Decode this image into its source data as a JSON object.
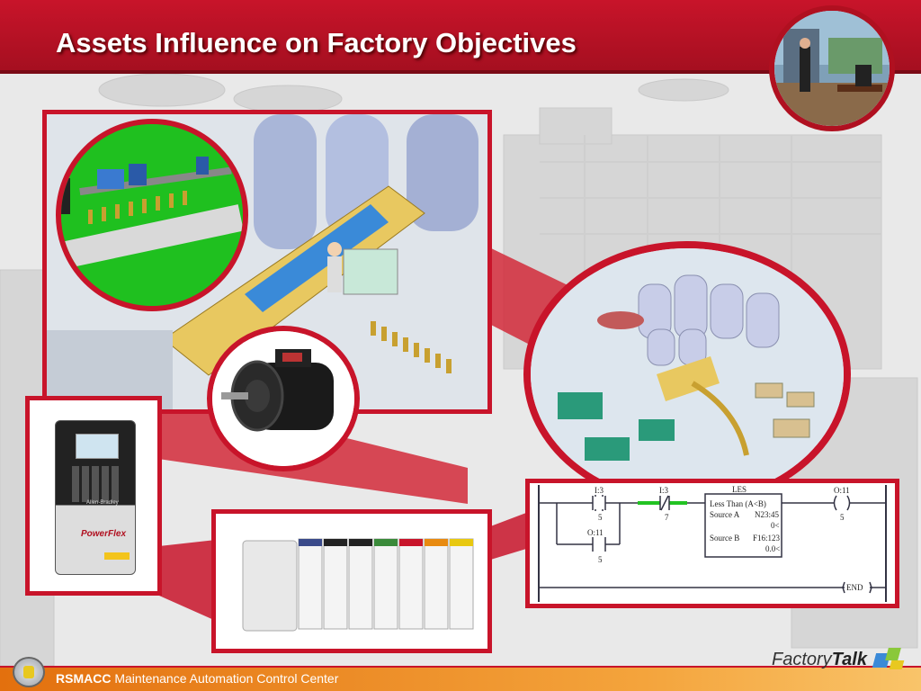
{
  "slide": {
    "title": "Assets Influence on Factory Objectives"
  },
  "footer": {
    "brand": "RSMACC",
    "subtitle": "Maintenance Automation Control Center",
    "logo_part1": "Factory",
    "logo_part2": "Talk"
  },
  "drive": {
    "brand": "Allen-Bradley",
    "model": "PowerFlex"
  },
  "ladder": {
    "rung1_contact1_tag": "I:3",
    "rung1_contact1_bit": "5",
    "rung1_contact2_tag": "I:3",
    "rung1_contact2_bit": "7",
    "branch_contact_tag": "O:11",
    "branch_contact_bit": "5",
    "les_title": "LES",
    "les_desc": "Less Than (A<B)",
    "source_a_label": "Source A",
    "source_a_value": "N23:45",
    "source_a_sub": "0<",
    "source_b_label": "Source B",
    "source_b_value": "F16:123",
    "source_b_sub": "0.0<",
    "coil_tag": "O:11",
    "coil_bit": "5",
    "end_label": "END"
  },
  "colors": {
    "accent_red": "#c8142a",
    "footer_orange": "#e3700e",
    "green_highlight": "#22c322"
  }
}
